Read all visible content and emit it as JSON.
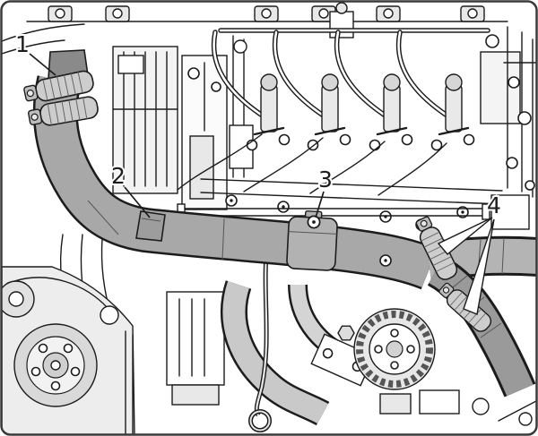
{
  "figure": {
    "callouts": [
      {
        "label": "1"
      },
      {
        "label": "2"
      },
      {
        "label": "3"
      },
      {
        "label": "4"
      }
    ],
    "colors": {
      "background": "#ffffff",
      "line": "#1c1c1c",
      "pipe_fill": "#a8a8a8",
      "hose_fill": "#9a9a9a",
      "hose_right_fill": "#b4b4b4",
      "clamp_fill": "#cdcdcd",
      "light_fill": "#e8e8e8",
      "border": "#3a3a3a"
    }
  }
}
